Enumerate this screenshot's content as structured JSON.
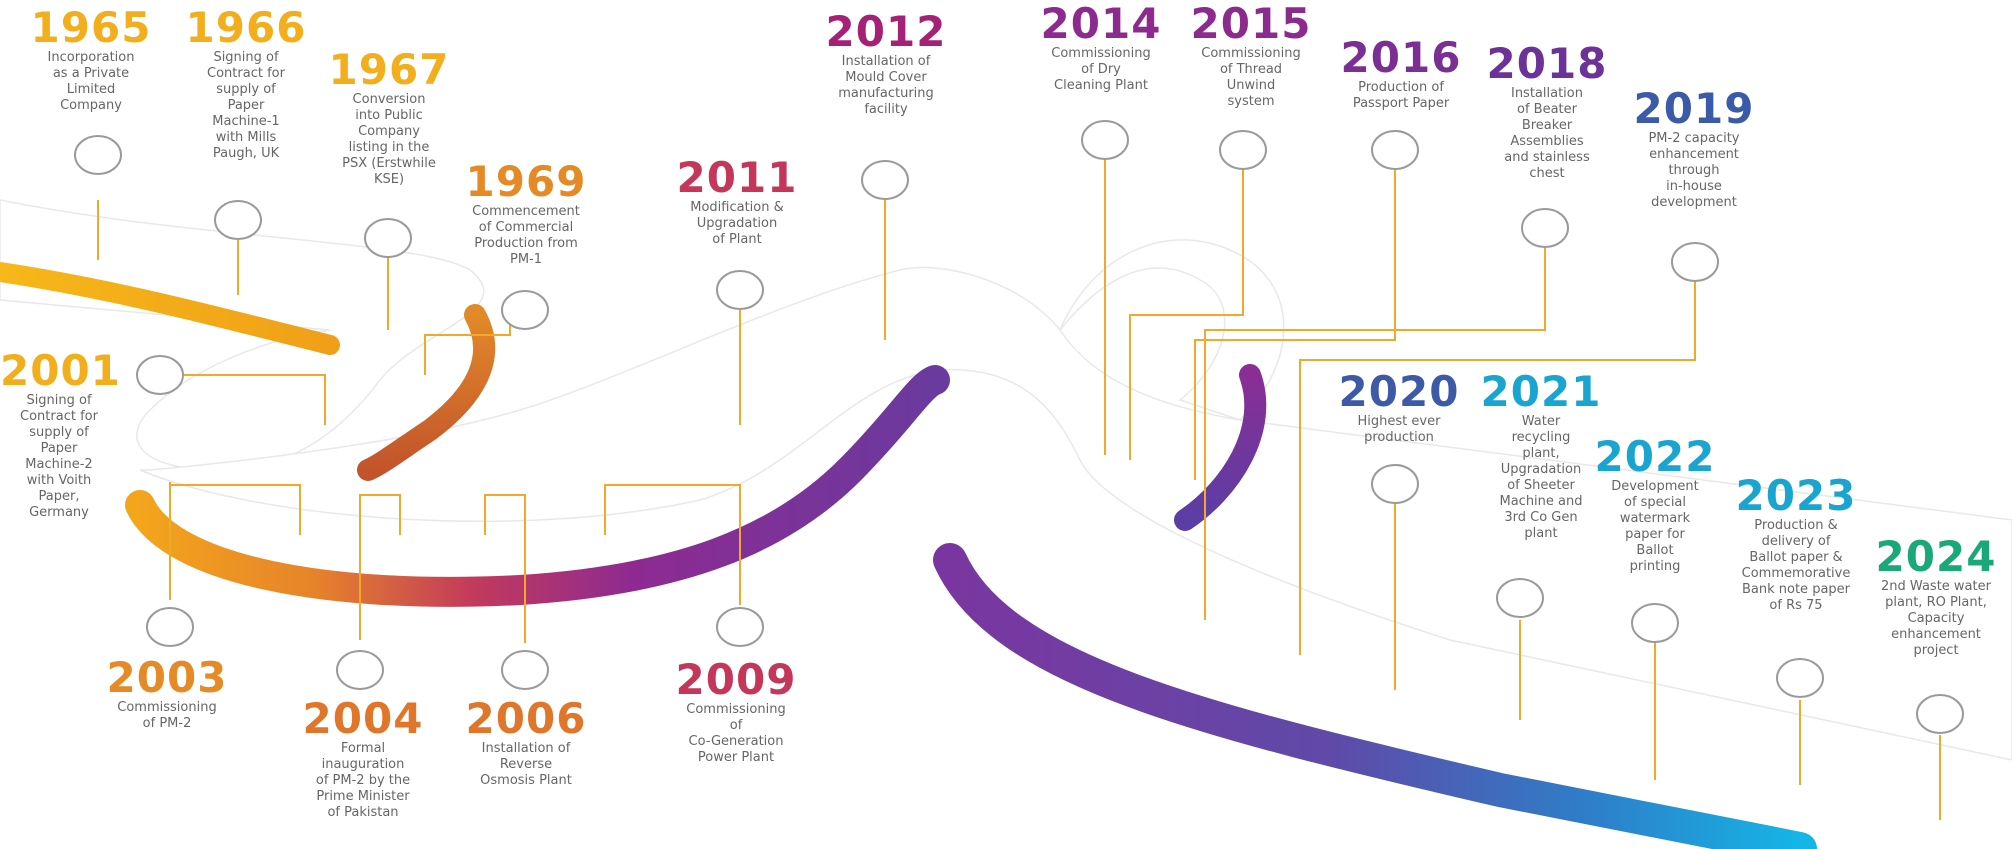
{
  "timeline_events": [
    {
      "year": "1965",
      "color": "#f2ae1c",
      "description": "Incorporation\nas a Private\nLimited\nCompany"
    },
    {
      "year": "1966",
      "color": "#f2ae1c",
      "description": "Signing of\nContract for\nsupply of\nPaper\nMachine-1\nwith Mills\nPaugh, UK"
    },
    {
      "year": "1967",
      "color": "#f2ae1c",
      "description": "Conversion\ninto Public\nCompany\nlisting in the\nPSX (Erstwhile\nKSE)"
    },
    {
      "year": "1969",
      "color": "#e58a25",
      "description": "Commencement\nof Commercial\nProduction from\nPM-1"
    },
    {
      "year": "2001",
      "color": "#f2ae1c",
      "description": "Signing of\nContract for\nsupply of\nPaper\nMachine-2\nwith Voith\nPaper,\nGermany"
    },
    {
      "year": "2003",
      "color": "#e58a25",
      "description": "Commissioning\nof PM-2"
    },
    {
      "year": "2004",
      "color": "#e0762a",
      "description": "Formal\ninauguration\nof PM-2 by the\nPrime Minister\nof Pakistan"
    },
    {
      "year": "2006",
      "color": "#e0762a",
      "description": "Installation of\nReverse\nOsmosis Plant"
    },
    {
      "year": "2009",
      "color": "#c4365a",
      "description": "Commissioning\nof\nCo-Generation\nPower Plant"
    },
    {
      "year": "2011",
      "color": "#c4365a",
      "description": "Modification &\nUpgradation\nof Plant"
    },
    {
      "year": "2012",
      "color": "#a52177",
      "description": "Installation of\nMould Cover\nmanufacturing\nfacility"
    },
    {
      "year": "2014",
      "color": "#8d2a8e",
      "description": "Commissioning\nof Dry\nCleaning Plant"
    },
    {
      "year": "2015",
      "color": "#8d2a8e",
      "description": "Commissioning\nof Thread\nUnwind\nsystem"
    },
    {
      "year": "2016",
      "color": "#7b2f94",
      "description": "Production of\nPassport Paper"
    },
    {
      "year": "2018",
      "color": "#6b3397",
      "description": "Installation\nof Beater\nBreaker\nAssemblies\nand stainless\nchest"
    },
    {
      "year": "2019",
      "color": "#3b5ba8",
      "description": "PM-2 capacity\nenhancement\nthrough\nin-house\ndevelopment"
    },
    {
      "year": "2020",
      "color": "#3d5aa6",
      "description": "Highest ever\nproduction"
    },
    {
      "year": "2021",
      "color": "#19a5cf",
      "description": "Water\nrecycling\nplant,\nUpgradation\nof Sheeter\nMachine and\n3rd Co Gen\nplant"
    },
    {
      "year": "2022",
      "color": "#19a5cf",
      "description": "Development\nof special\nwatermark\npaper for\nBallot\nprinting"
    },
    {
      "year": "2023",
      "color": "#19a5cf",
      "description": "Production &\ndelivery of\nBallot paper &\nCommemorative\nBank note paper\nof Rs 75"
    },
    {
      "year": "2024",
      "color": "#1aa879",
      "description": "2nd Waste water\nplant, RO Plant,\nCapacity\nenhancement\nproject"
    }
  ]
}
